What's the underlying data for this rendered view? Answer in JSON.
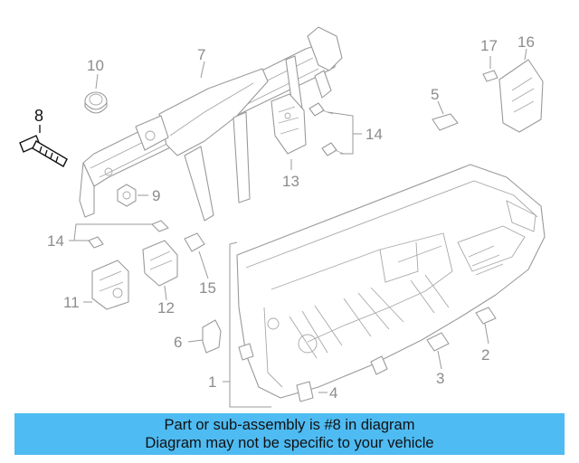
{
  "callouts": {
    "c1": "1",
    "c2": "2",
    "c3": "3",
    "c4": "4",
    "c5": "5",
    "c6": "6",
    "c7": "7",
    "c8": "8",
    "c9": "9",
    "c10": "10",
    "c11": "11",
    "c12": "12",
    "c13": "13",
    "c14a": "14",
    "c14b": "14",
    "c15": "15",
    "c16": "16",
    "c17": "17"
  },
  "highlighted_part": "8",
  "caption": {
    "line1": "Part or sub-assembly is #8 in diagram",
    "line2": "Diagram may not be specific to your vehicle"
  },
  "colors": {
    "caption_bg": "#4ebbf2",
    "line_art": "#9a9a9a",
    "highlight": "#111111"
  }
}
